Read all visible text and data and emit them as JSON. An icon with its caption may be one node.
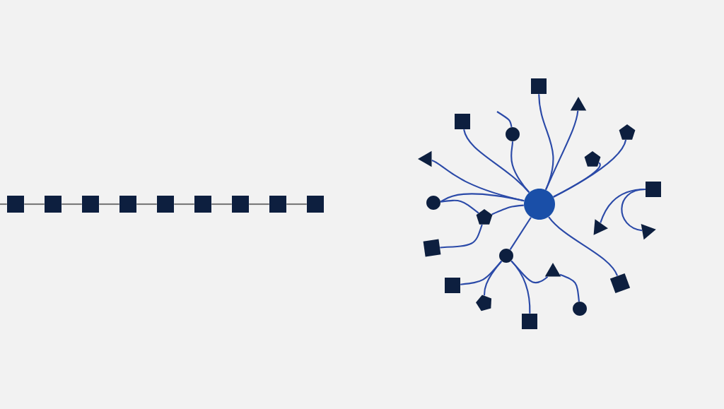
{
  "diagram": {
    "nodes": [
      {
        "text": [],
        "shape": "box"
      },
      {
        "text": [],
        "shape": "box"
      },
      {
        "text": [],
        "shape": "box"
      },
      {
        "text": [],
        "shape": "box"
      },
      {
        "text": [],
        "shape": "box"
      },
      {
        "text": [],
        "shape": "box"
      },
      {
        "text": [],
        "shape": "box"
      },
      {
        "text": [],
        "shape": "box"
      },
      {
        "text": [],
        "shape": "box"
      },
      {
        "text": [],
        "shape": "circle"
      },
      {
        "text": [],
        "shape": "box"
      },
      {
        "text": [],
        "shape": "box"
      },
      {
        "text": [],
        "shape": "triangle"
      },
      {
        "text": [],
        "shape": "circle"
      },
      {
        "text": [],
        "shape": "pentagon"
      },
      {
        "text": [],
        "shape": "pentagon"
      },
      {
        "text": [],
        "shape": "triangle"
      },
      {
        "text": [],
        "shape": "box"
      },
      {
        "text": [],
        "shape": "circle"
      },
      {
        "text": [],
        "shape": "pentagon"
      },
      {
        "text": [],
        "shape": "triangle"
      },
      {
        "text": [],
        "shape": "triangle"
      },
      {
        "text": [],
        "shape": "box"
      },
      {
        "text": [],
        "shape": "circle"
      },
      {
        "text": [],
        "shape": "triangle"
      },
      {
        "text": [],
        "shape": "box"
      },
      {
        "text": [],
        "shape": "box"
      },
      {
        "text": [],
        "shape": "pentagon"
      },
      {
        "text": [],
        "shape": "circle"
      },
      {
        "text": [],
        "shape": "box"
      }
    ],
    "edges": [
      {
        "from": null,
        "to": 0,
        "arrow": "none",
        "color": "#7a7a7a"
      },
      {
        "from": 0,
        "to": 1,
        "arrow": "none",
        "color": "#7a7a7a"
      },
      {
        "from": 1,
        "to": 2,
        "arrow": "none",
        "color": "#7a7a7a"
      },
      {
        "from": 2,
        "to": 3,
        "arrow": "none",
        "color": "#7a7a7a"
      },
      {
        "from": 3,
        "to": 4,
        "arrow": "none",
        "color": "#7a7a7a"
      },
      {
        "from": 4,
        "to": 5,
        "arrow": "none",
        "color": "#7a7a7a"
      },
      {
        "from": 5,
        "to": 6,
        "arrow": "none",
        "color": "#7a7a7a"
      },
      {
        "from": 6,
        "to": 7,
        "arrow": "none",
        "color": "#7a7a7a"
      },
      {
        "from": 7,
        "to": 8,
        "arrow": "none",
        "color": "#7a7a7a"
      },
      {
        "from": 9,
        "to": 11,
        "arrow": "none"
      },
      {
        "from": 9,
        "to": 13,
        "arrow": "none"
      },
      {
        "from": 13,
        "to": null,
        "arrow": "none"
      },
      {
        "from": 9,
        "to": 10,
        "arrow": "none"
      },
      {
        "from": 9,
        "to": 12,
        "arrow": "none"
      },
      {
        "from": 9,
        "to": 14,
        "arrow": "none"
      },
      {
        "from": 9,
        "to": 15,
        "arrow": "none"
      },
      {
        "from": 17,
        "to": 20,
        "arrow": "none"
      },
      {
        "from": 17,
        "to": 21,
        "arrow": "none"
      },
      {
        "from": 9,
        "to": 16,
        "arrow": "none"
      },
      {
        "from": 9,
        "to": 18,
        "arrow": "none"
      },
      {
        "from": 18,
        "to": 19,
        "arrow": "none"
      },
      {
        "from": 9,
        "to": 19,
        "arrow": "none"
      },
      {
        "from": 19,
        "to": 22,
        "arrow": "none"
      },
      {
        "from": 9,
        "to": 23,
        "arrow": "none"
      },
      {
        "from": 23,
        "to": 26,
        "arrow": "none"
      },
      {
        "from": 23,
        "to": 27,
        "arrow": "none"
      },
      {
        "from": 23,
        "to": 29,
        "arrow": "none"
      },
      {
        "from": 23,
        "to": 24,
        "arrow": "none"
      },
      {
        "from": 24,
        "to": 28,
        "arrow": "none"
      },
      {
        "from": 9,
        "to": 25,
        "arrow": "none"
      }
    ]
  }
}
